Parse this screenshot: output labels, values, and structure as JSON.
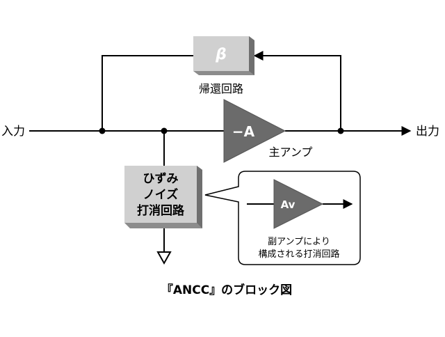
{
  "diagram": {
    "input_label": "入力",
    "output_label": "出力",
    "feedback_block": {
      "symbol": "β",
      "label": "帰還回路"
    },
    "main_amp": {
      "symbol": "−A",
      "label": "主アンプ"
    },
    "distortion_block": {
      "line1": "ひずみ",
      "line2": "ノイズ",
      "line3": "打消回路"
    },
    "sub_amp": {
      "symbol": "Av",
      "label_line1": "副アンプにより",
      "label_line2": "構成される打消回路"
    },
    "caption": "『ANCC』のブロック図"
  },
  "colors": {
    "block_face": "#d0d0d0",
    "block_shade": "#8c8c8c",
    "amp_fill": "#6b6b6b",
    "line": "#000000"
  }
}
